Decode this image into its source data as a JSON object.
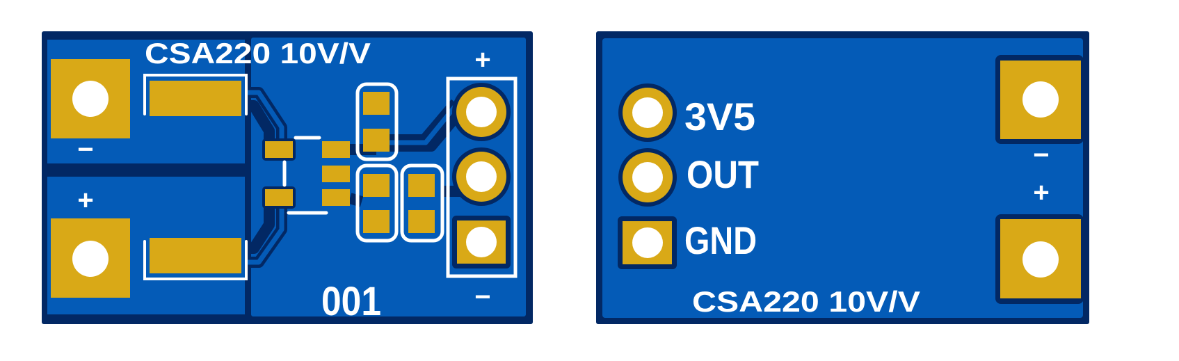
{
  "colors": {
    "board_blue": "#045bb7",
    "board_edge": "#022864",
    "copper": "#d9a917",
    "silkscreen": "#ffffff"
  },
  "front_board": {
    "title": "CSA220 10V/V",
    "serial": "001",
    "input_minus": "−",
    "input_plus": "+",
    "header_plus": "+",
    "header_minus": "−"
  },
  "back_board": {
    "title": "CSA220 10V/V",
    "pin_labels": [
      "3V5",
      "OUT",
      "GND"
    ],
    "terminal_minus": "−",
    "terminal_plus": "+"
  }
}
